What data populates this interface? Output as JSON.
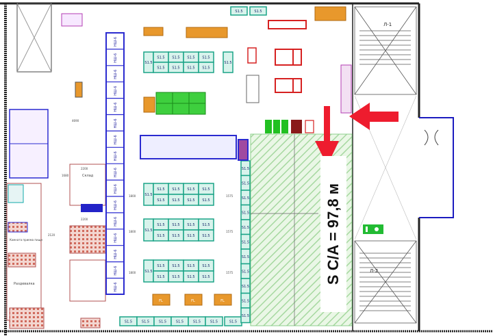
{
  "plan": {
    "area_label": "S C/A = 97,8 м",
    "shelf_label": "S1.5",
    "fl_label": "FL",
    "rack_label": "НШ-6",
    "stair_top_label": "Л-1",
    "stair_bottom_label": "Л-2",
    "rooms": {
      "storage": "Склад",
      "changing": "Раздевалка",
      "office": "Комната приема пищи",
      "dims": [
        "4690",
        "2120",
        "1680",
        "2200",
        "2200",
        "1800",
        "1800",
        "1800",
        "1575",
        "1575",
        "1575"
      ]
    },
    "colors": {
      "wall": "#222222",
      "rack": "#2a2ad0",
      "shelf": "#1aa487",
      "shelf_fill": "#d8f3ec",
      "green_fixture": "#3ecf3e",
      "orange_fixture": "#e8982c",
      "red_fixture": "#d62020",
      "hatch": "#9fd79f",
      "arrow": "#ee1c2e",
      "exit_sign": "#22bb33"
    }
  }
}
